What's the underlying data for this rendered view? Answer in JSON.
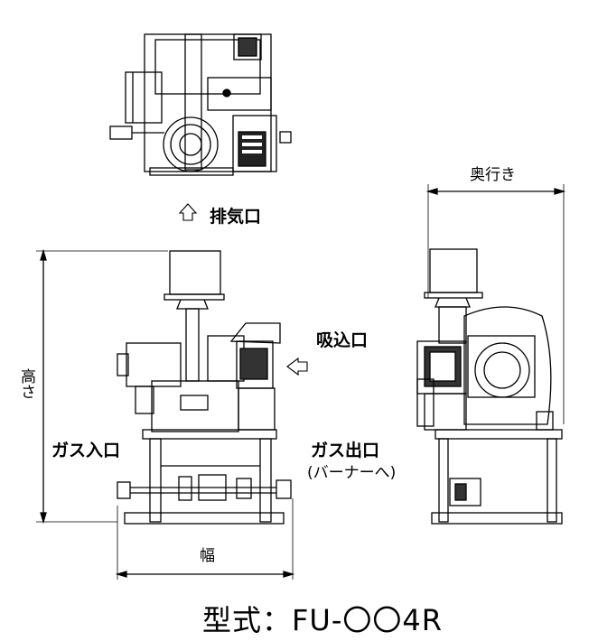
{
  "labels": {
    "exhaust": "排気口",
    "intake": "吸込口",
    "gas_in": "ガス入口",
    "gas_out": "ガス出口",
    "gas_out_sub": "(バーナーへ)",
    "height": "高さ",
    "width": "幅",
    "depth": "奥行き",
    "model": "型式：FU-〇〇4R"
  }
}
